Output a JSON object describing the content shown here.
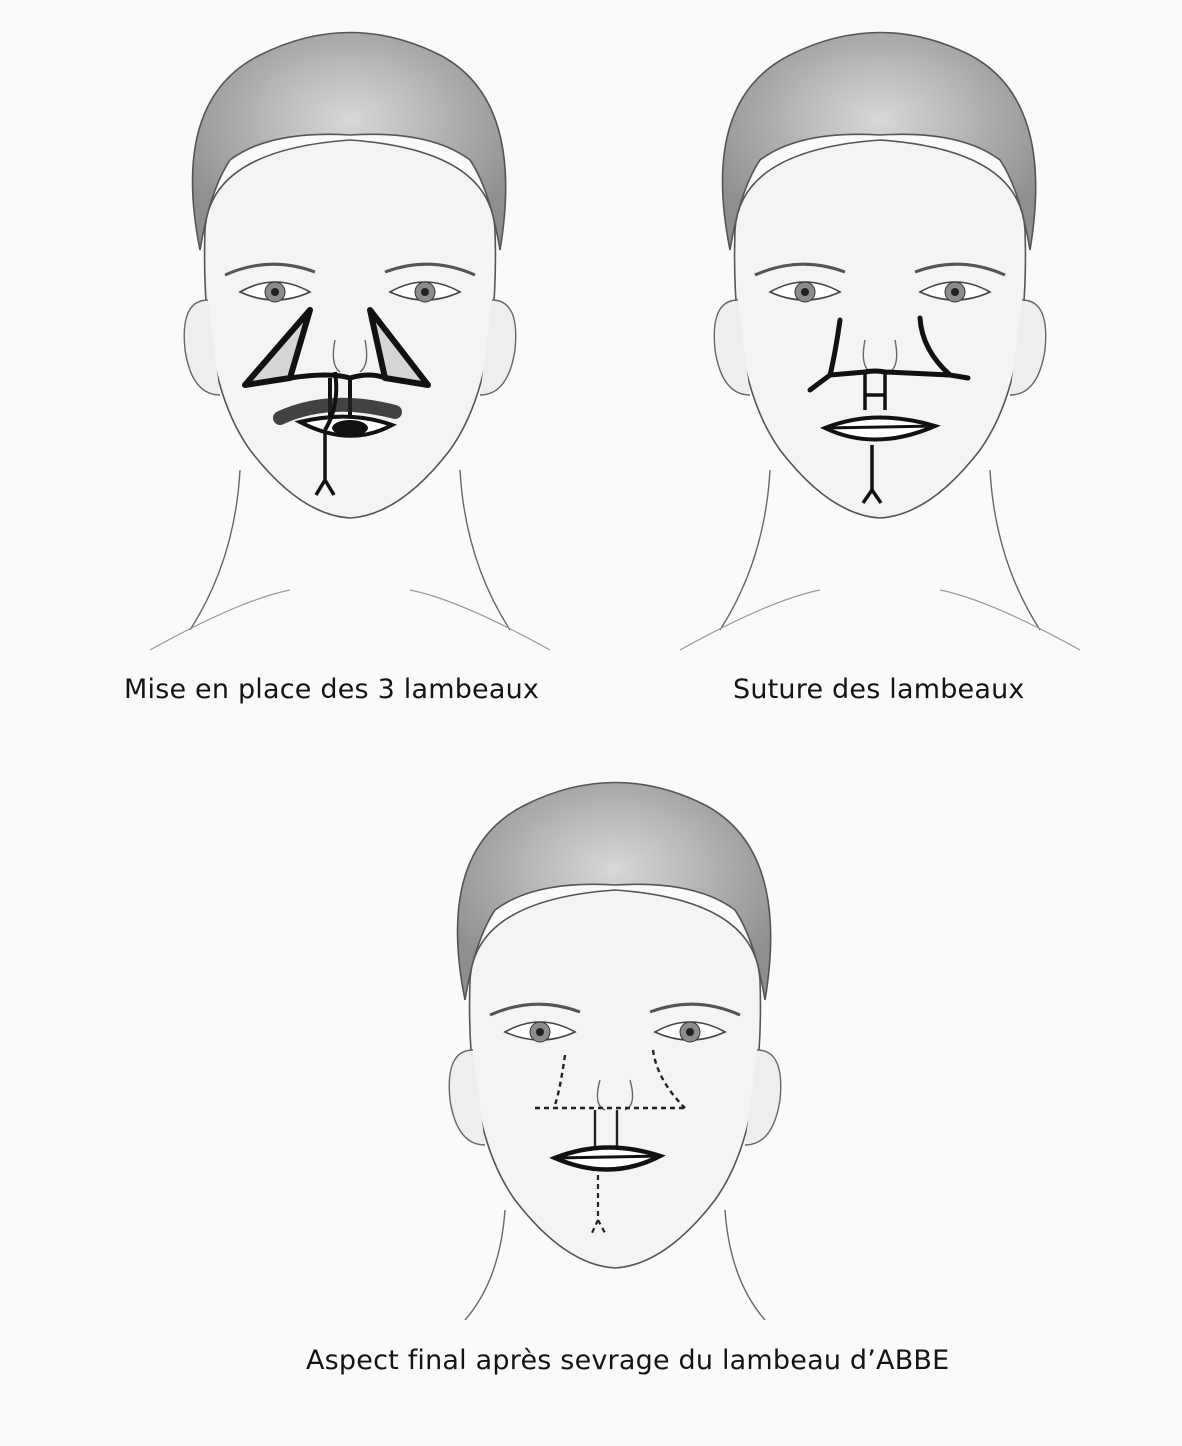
{
  "captions": {
    "panel1": "Mise en place des 3 lambeaux",
    "panel2": "Suture des lambeaux",
    "panel3": "Aspect final après sevrage du lambeau d’ABBE"
  },
  "colors": {
    "ink": "#111111",
    "sketch": "#555555",
    "shade": "#8a8a8a",
    "paper": "#fafafa"
  }
}
